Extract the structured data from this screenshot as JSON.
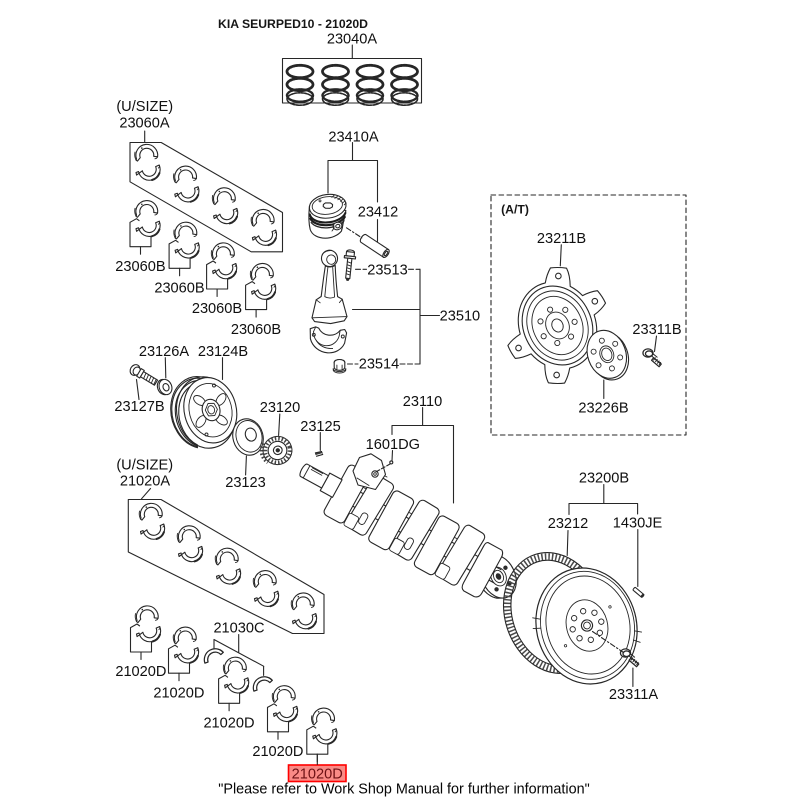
{
  "title": "KIA SEURPED10 - 21020D",
  "colors": {
    "line": "#272727",
    "highlight_fill": "#f98b86",
    "highlight_border": "#ff0000",
    "highlight_text": "#6d1114"
  },
  "labels": {
    "usize_top": "(U/SIZE)",
    "p23060A": "23060A",
    "p23060B": "23060B",
    "p23040A": "23040A",
    "p23410A": "23410A",
    "p23412": "23412",
    "p23513": "23513",
    "p23510": "23510",
    "p23514": "23514",
    "p23110": "23110",
    "p1601DG": "1601DG",
    "p23125": "23125",
    "p23126A": "23126A",
    "p23124B": "23124B",
    "p23127B": "23127B",
    "p23120": "23120",
    "p23123": "23123",
    "usize_mid": "(U/SIZE)",
    "p21020A": "21020A",
    "p21030C": "21030C",
    "p21020D": "21020D",
    "at_box": "(A/T)",
    "p23211B": "23211B",
    "p23311B": "23311B",
    "p23226B": "23226B",
    "p23200B": "23200B",
    "p23212": "23212",
    "p1430JE": "1430JE",
    "p23311A": "23311A",
    "highlight": "21020D",
    "footer": "\"Please refer to Work Shop Manual for further information\""
  }
}
